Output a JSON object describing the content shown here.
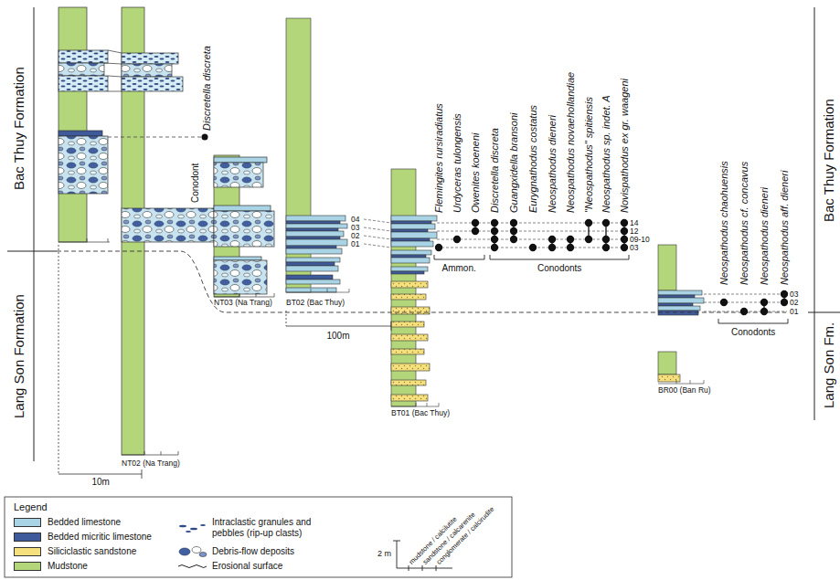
{
  "diagram": {
    "nodes": [
      {
        "text": [
          "NT02 (Na Trang)"
        ]
      },
      {
        "text": [
          "NT03 (Na Trang)"
        ]
      },
      {
        "text": [
          "BT02 (Bac Thuy)"
        ]
      },
      {
        "text": [
          "BT01 (Bac Thuy)"
        ]
      },
      {
        "text": [
          "BR00 (Ban Ru)"
        ]
      }
    ],
    "labels": [
      "Bac Thuy Formation",
      "Lang Son Formation",
      "Bac Thuy Formation",
      "Lang Son Fm.",
      "Discretella discreta",
      "Conodont",
      "10m",
      "100m",
      "04",
      "03",
      "02",
      "01",
      "Flemingites rursiradiatus",
      "Urdyceras tulongensis",
      "Owenites koeneni",
      "Discretella discreta",
      "Guangxidella bransoni",
      "Eurygnathodus costatus",
      "Neospathodus dieneri",
      "Neospathodus novaehollandiae",
      "\"Neospathodus\" spitiensis",
      "Neospathodus sp. indet. A",
      "Novispathodus ex gr. waageni",
      "14",
      "12",
      "09-10",
      "03",
      "Ammon.",
      "Conodonts",
      "Neospathodus chaohuensis",
      "Neospathodus cf. concavus",
      "Neospathodus dieneri",
      "Neospathodus aff. dieneri",
      "03",
      "02",
      "01",
      "Conodonts",
      "Legend",
      "2 m",
      "mudstone / calcilutite",
      "sandstone / calcarenite",
      "conglomerate / calcirudite"
    ],
    "legend": [
      {
        "text": "Bedded limestone",
        "color": "#a9d4e6"
      },
      {
        "text": "Bedded micritic limestone",
        "color": "#3e5a9a"
      },
      {
        "text": "Siliciclastic sandstone",
        "color": "#f6e07e"
      },
      {
        "text": "Mudstone",
        "color": "#b4d67a"
      },
      {
        "text": "Intraclastic granules and pebbles (rip-up clasts)"
      },
      {
        "text": "Debris-flow deposits"
      },
      {
        "text": "Erosional surface"
      }
    ]
  }
}
